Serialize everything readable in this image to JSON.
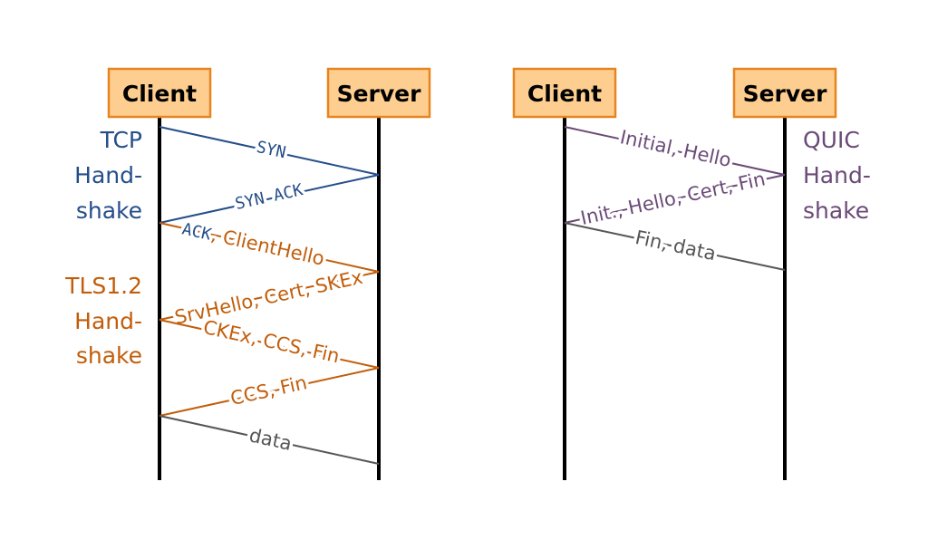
{
  "colors": {
    "tcp": "#254e8a",
    "tls": "#c25e0b",
    "quic": "#6b4a78",
    "data": "#565656",
    "box_fill": "#fdce8f",
    "box_border": "#e8841f",
    "lifeline": "#000000"
  },
  "left": {
    "client_label": "Client",
    "server_label": "Server",
    "tcp_label": [
      "TCP",
      "Hand-",
      "shake"
    ],
    "tls_label": [
      "TLS1.2",
      "Hand-",
      "shake"
    ],
    "messages": {
      "syn": "SYN",
      "syn_ack": "SYN ACK",
      "ack_ack": "ACK",
      "ack_hello": ", ClientHello",
      "server_hello": "SrvHello, Cert, SKEx",
      "client_key": "CKEx, CCS, Fin",
      "ccs_fin": "CCS, Fin",
      "data": "data"
    }
  },
  "right": {
    "client_label": "Client",
    "server_label": "Server",
    "quic_label": [
      "QUIC",
      "Hand-",
      "shake"
    ],
    "messages": {
      "initial": "Initial, Hello",
      "init_reply": "Init., Hello, Cert, Fin",
      "fin_data": "Fin, data"
    }
  }
}
